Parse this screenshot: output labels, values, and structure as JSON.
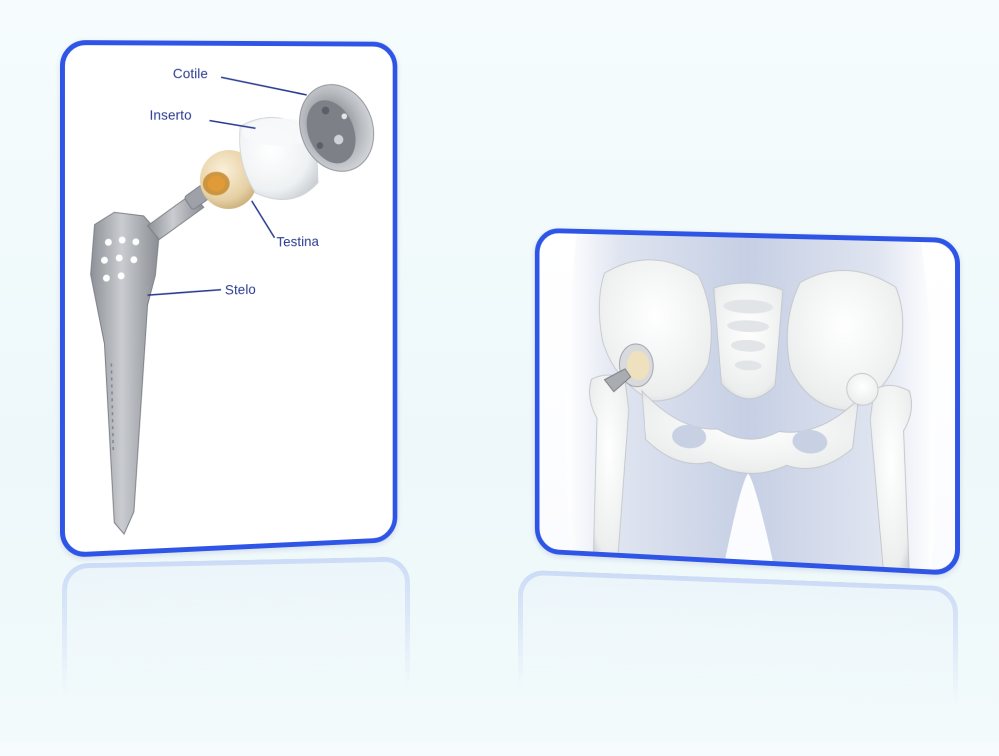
{
  "labels": {
    "cup": "Cotile",
    "insert": "Inserto",
    "head": "Testina",
    "stem": "Stelo"
  },
  "colors": {
    "frame": "#2f55e6",
    "label_text": "#27398f",
    "leader_line": "#27398f",
    "metal": "#a9acb1",
    "insert_poly": "#f4f6f8",
    "head_ceramic": "#e8d5b0",
    "bone": "#eceeee",
    "body_silhouette": "#c9d2e6"
  },
  "icons": [
    "hip-stem-implant",
    "femoral-head",
    "liner-insert",
    "acetabular-cup",
    "pelvis-bone",
    "femur-bone"
  ]
}
